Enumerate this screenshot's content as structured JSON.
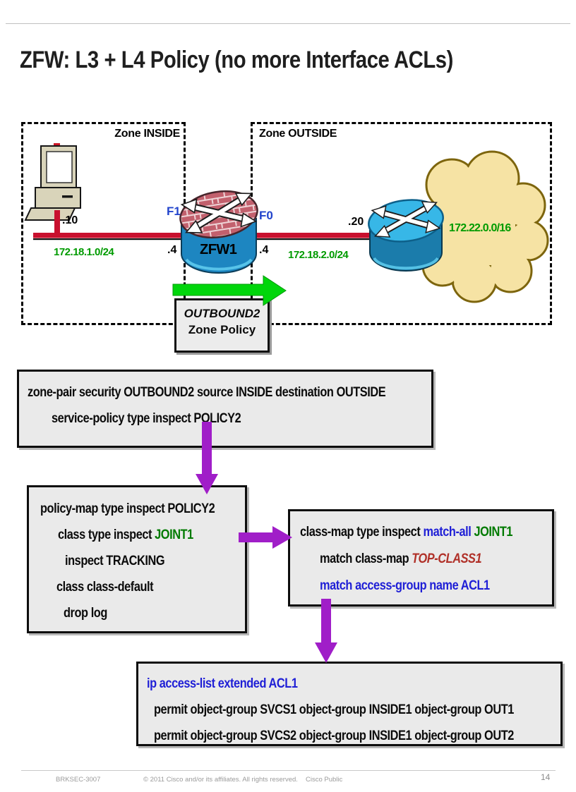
{
  "slide": {
    "title": "ZFW: L3 + L4 Policy (no more Interface ACLs)",
    "footer": {
      "left": "BRKSEC-3007",
      "copyright": "© 2011 Cisco and/or its affiliates. All rights reserved.",
      "classification": "Cisco Public",
      "page": "14"
    }
  },
  "diagram": {
    "zone_inside_label": "Zone INSIDE",
    "zone_outside_label": "Zone OUTSIDE",
    "host_ip": ".10",
    "inside_subnet": "172.18.1.0/24",
    "fw_left_if": "F1",
    "fw_right_if": "F0",
    "fw_left_addr": ".4",
    "fw_right_addr": ".4",
    "fw_name": "ZFW1",
    "outside_router_addr": ".20",
    "outside_subnet": "172.18.2.0/24",
    "cloud_subnet": "172.22.0.0/16",
    "flow_label_line1": "OUTBOUND2",
    "flow_label_line2": "Zone Policy"
  },
  "config": {
    "zone_pair": {
      "l1": "zone-pair security OUTBOUND2 source INSIDE destination OUTSIDE",
      "l2": "service-policy type inspect POLICY2"
    },
    "policy_map": {
      "l1": "policy-map type inspect POLICY2",
      "l2a": "class type inspect ",
      "l2b": "JOINT1",
      "l3": "inspect TRACKING",
      "l4": "class class-default",
      "l5": "drop log"
    },
    "class_map": {
      "l1a": "class-map type inspect ",
      "l1b": "match-all ",
      "l1c": "JOINT1",
      "l2a": "match class-map ",
      "l2b": "TOP-CLASS1",
      "l3": "match access-group name ACL1"
    },
    "acl": {
      "l1": "ip access-list extended ACL1",
      "l2": "permit object-group SVCS1 object-group INSIDE1 object-group OUT1",
      "l3": "permit object-group SVCS2 object-group INSIDE1 object-group OUT2"
    }
  },
  "icons": {
    "host": "workstation-icon",
    "firewall": "firewall-router-icon",
    "router": "router-icon",
    "cloud": "cloud-icon",
    "flow": "green-flow-arrow",
    "connector": "purple-arrow"
  },
  "colors": {
    "config_blue": "#1f1fd6",
    "config_green": "#007a00",
    "config_darkred": "#b03028",
    "subnet_green": "#009b00",
    "interface_blue": "#2244cc",
    "lan_red": "#c8102e",
    "arrow_purple": "#a01ec8",
    "arrow_green": "#00d60b",
    "cloud_fill": "#f6e3a4",
    "box_gray": "#eaeaea"
  }
}
